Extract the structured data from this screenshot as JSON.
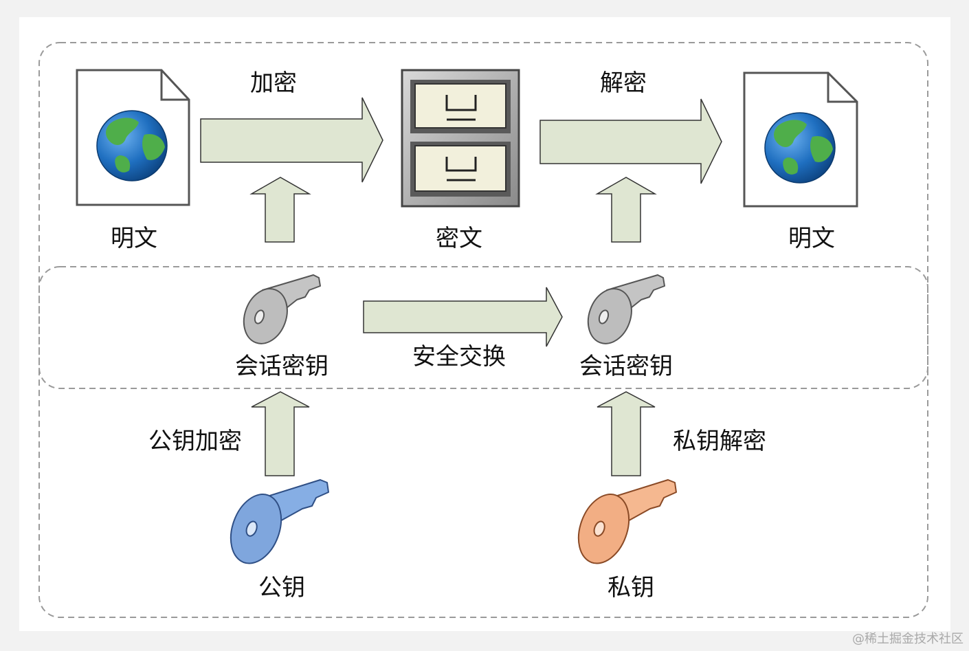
{
  "labels": {
    "encrypt": "加密",
    "decrypt": "解密",
    "plaintext_left": "明文",
    "ciphertext": "密文",
    "plaintext_right": "明文",
    "session_key_left": "会话密钥",
    "session_key_right": "会话密钥",
    "secure_exchange": "安全交换",
    "public_key_encrypt": "公钥加密",
    "private_key_decrypt": "私钥解密",
    "public_key": "公钥",
    "private_key": "私钥"
  },
  "watermark": "@稀土掘金技术社区",
  "colors": {
    "background": "#f2f2f2",
    "panel": "#ffffff",
    "arrow_fill": "#dfe6d2",
    "session_key": "#c2c2c2",
    "public_key": "#7fa6dd",
    "private_key": "#f2ae84",
    "earth_ocean": "#1f6fc0",
    "earth_land": "#52b04e"
  }
}
